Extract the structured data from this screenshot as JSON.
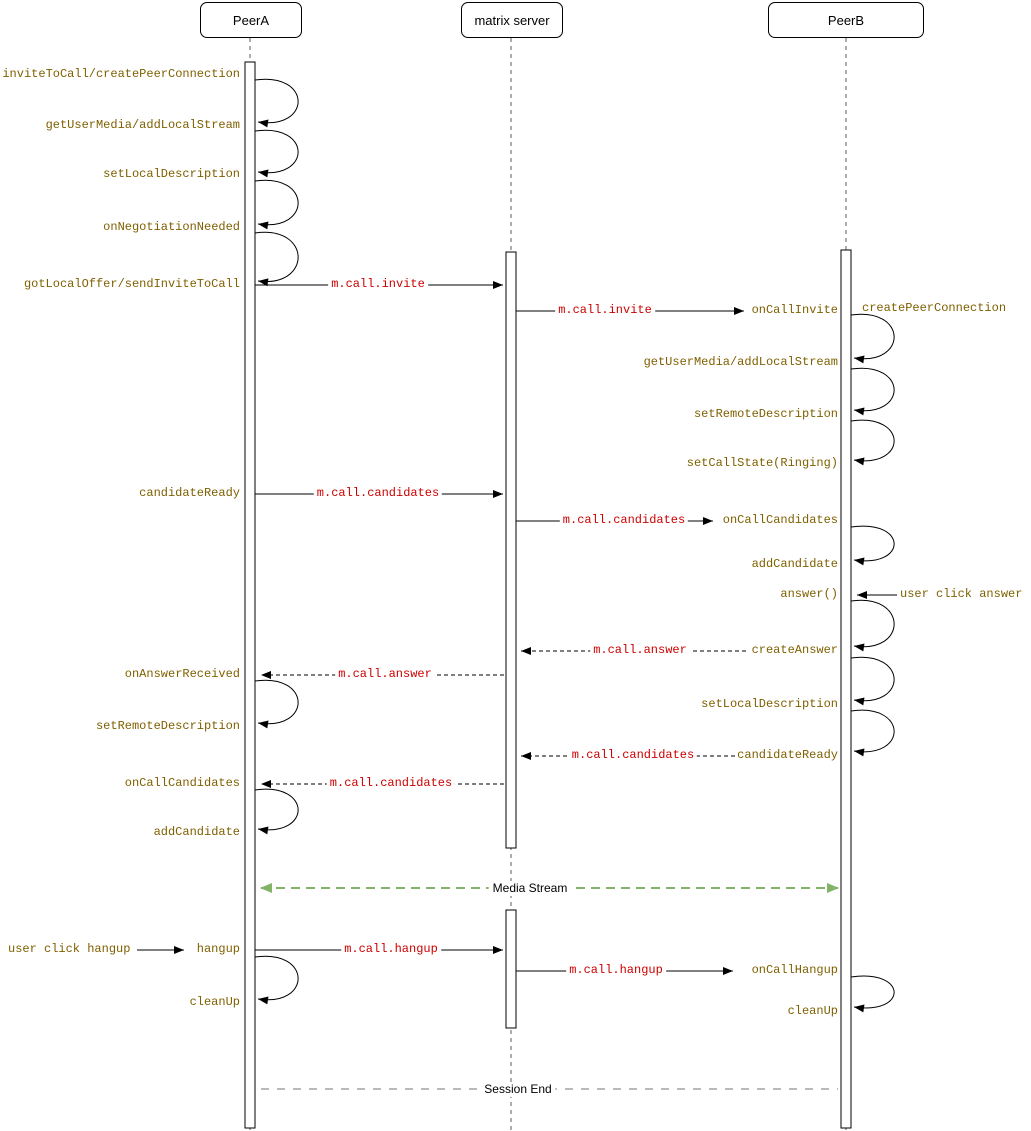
{
  "participants": {
    "peer_a": "PeerA",
    "server": "matrix server",
    "peer_b": "PeerB"
  },
  "peer_a": {
    "invite_to_call": "inviteToCall/createPeerConnection",
    "get_user_media": "getUserMedia/addLocalStream",
    "set_local_description": "setLocalDescription",
    "on_negotiation_needed": "onNegotiationNeeded",
    "got_local_offer": "gotLocalOffer/sendInviteToCall",
    "candidate_ready": "candidateReady",
    "on_answer_received": "onAnswerReceived",
    "set_remote_description": "setRemoteDescription",
    "on_call_candidates": "onCallCandidates",
    "add_candidate": "addCandidate",
    "hangup": "hangup",
    "clean_up": "cleanUp",
    "user_click_hangup": "user click hangup"
  },
  "peer_b": {
    "on_call_invite": "onCallInvite",
    "create_peer_connection": "createPeerConnection",
    "get_user_media": "getUserMedia/addLocalStream",
    "set_remote_description": "setRemoteDescription",
    "set_call_state_ringing": "setCallState(Ringing)",
    "on_call_candidates": "onCallCandidates",
    "add_candidate": "addCandidate",
    "answer": "answer()",
    "create_answer": "createAnswer",
    "set_local_description": "setLocalDescription",
    "candidate_ready": "candidateReady",
    "on_call_hangup": "onCallHangup",
    "clean_up": "cleanUp",
    "user_click_answer": "user click answer"
  },
  "messages": {
    "invite_a_s": "m.call.invite",
    "invite_s_b": "m.call.invite",
    "candidates_a_s": "m.call.candidates",
    "candidates_s_b": "m.call.candidates",
    "answer_b_s": "m.call.answer",
    "answer_s_a": "m.call.answer",
    "candidates_b_s": "m.call.candidates",
    "candidates_s_a": "m.call.candidates",
    "hangup_a_s": "m.call.hangup",
    "hangup_s_b": "m.call.hangup"
  },
  "annotations": {
    "media_stream": "Media Stream",
    "session_end": "Session End"
  },
  "colors": {
    "step_label": "#7F6000",
    "message_label": "#CC0000",
    "media_stream": "#82B366",
    "session_end": "#B9B9B9"
  }
}
